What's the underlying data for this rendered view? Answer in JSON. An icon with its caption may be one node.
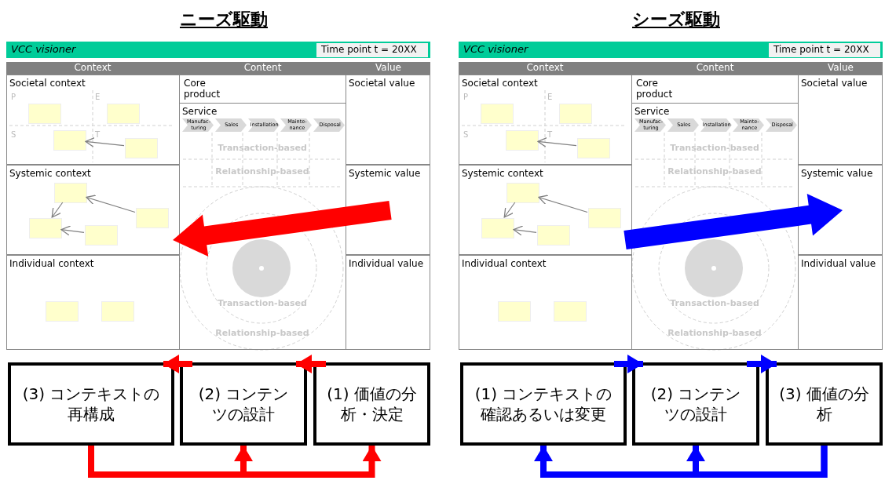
{
  "diagram": {
    "nodes": [
      {
        "text": [
          "VCC visioner"
        ]
      },
      {
        "text": [
          "Time point t = 20XX"
        ],
        "in": 0
      },
      {
        "text": [
          "Context"
        ]
      },
      {
        "text": [
          "Content"
        ]
      },
      {
        "text": [
          "Value"
        ]
      },
      {
        "text": [
          "Societal context",
          "P",
          "E",
          "S",
          "T"
        ]
      },
      {
        "text": [],
        "shape": "box",
        "in": 5
      },
      {
        "text": [],
        "shape": "box",
        "in": 5
      },
      {
        "text": [],
        "shape": "box",
        "in": 5
      },
      {
        "text": [],
        "shape": "box",
        "in": 5
      },
      {
        "text": [
          "Systemic context"
        ]
      },
      {
        "text": [],
        "shape": "box",
        "in": 10
      },
      {
        "text": [],
        "shape": "box",
        "in": 10
      },
      {
        "text": [],
        "shape": "box",
        "in": 10
      },
      {
        "text": [],
        "shape": "box",
        "in": 10
      },
      {
        "text": [
          "Individual context"
        ]
      },
      {
        "text": [],
        "shape": "box",
        "in": 15
      },
      {
        "text": [],
        "shape": "box",
        "in": 15
      },
      {
        "text": [
          "Core product"
        ]
      },
      {
        "text": [
          "Service",
          "Transaction-based",
          "Relationship-based",
          "Transaction-based",
          "Relationship-based"
        ]
      },
      {
        "text": [
          "Manufac- turing"
        ],
        "in": 19
      },
      {
        "text": [
          "Sales"
        ],
        "in": 19
      },
      {
        "text": [
          "Installation"
        ],
        "in": 19
      },
      {
        "text": [
          "Mainte- nance"
        ],
        "in": 19
      },
      {
        "text": [
          "Disposal"
        ],
        "in": 19
      },
      {
        "text": [
          "Societal value"
        ]
      },
      {
        "text": [
          "Systemic value"
        ]
      },
      {
        "text": [
          "Individual value"
        ]
      },
      {
        "text": [
          "(3) コンテキストの再構成"
        ]
      },
      {
        "text": [
          "(2) コンテンツの設計"
        ]
      },
      {
        "text": [
          "(1) 価値の分析・決定"
        ]
      },
      {
        "text": [
          "VCC visioner"
        ]
      },
      {
        "text": [
          "Time point t = 20XX"
        ],
        "in": 31
      },
      {
        "text": [
          "Context"
        ]
      },
      {
        "text": [
          "Content"
        ]
      },
      {
        "text": [
          "Value"
        ]
      },
      {
        "text": [
          "Societal context",
          "P",
          "E",
          "S",
          "T"
        ]
      },
      {
        "text": [],
        "shape": "box",
        "in": 36
      },
      {
        "text": [],
        "shape": "box",
        "in": 36
      },
      {
        "text": [],
        "shape": "box",
        "in": 36
      },
      {
        "text": [],
        "shape": "box",
        "in": 36
      },
      {
        "text": [
          "Systemic context"
        ]
      },
      {
        "text": [],
        "shape": "box",
        "in": 41
      },
      {
        "text": [],
        "shape": "box",
        "in": 41
      },
      {
        "text": [],
        "shape": "box",
        "in": 41
      },
      {
        "text": [],
        "shape": "box",
        "in": 41
      },
      {
        "text": [
          "Individual context"
        ]
      },
      {
        "text": [],
        "shape": "box",
        "in": 46
      },
      {
        "text": [],
        "shape": "box",
        "in": 46
      },
      {
        "text": [
          "Core product"
        ]
      },
      {
        "text": [
          "Service",
          "Transaction-based",
          "Relationship-based",
          "Transaction-based",
          "Relationship-based"
        ]
      },
      {
        "text": [
          "Manufac- turing"
        ],
        "in": 50
      },
      {
        "text": [
          "Sales"
        ],
        "in": 50
      },
      {
        "text": [
          "Installation"
        ],
        "in": 50
      },
      {
        "text": [
          "Mainte- nance"
        ],
        "in": 50
      },
      {
        "text": [
          "Disposal"
        ],
        "in": 50
      },
      {
        "text": [
          "Societal value"
        ]
      },
      {
        "text": [
          "Systemic value"
        ]
      },
      {
        "text": [
          "Individual value"
        ]
      },
      {
        "text": [
          "(1) コンテキストの確認あるいは変更"
        ]
      },
      {
        "text": [
          "(2) コンテンツの設計"
        ]
      },
      {
        "text": [
          "(3) 価値の分析"
        ]
      }
    ],
    "edges": [
      {
        "from": 9,
        "to": 8,
        "arrow": "to"
      },
      {
        "from": 12,
        "to": 11,
        "arrow": "to"
      },
      {
        "from": 11,
        "to": 13,
        "arrow": "to"
      },
      {
        "from": 14,
        "to": 13,
        "arrow": "to"
      },
      {
        "from": 29,
        "to": 28,
        "arrow": "to",
        "style": "thick",
        "color": "#ff0000"
      },
      {
        "from": 30,
        "to": 29,
        "arrow": "to",
        "style": "thick",
        "color": "#ff0000"
      },
      {
        "from": 28,
        "to": 29,
        "arrow": "to",
        "style": "thick",
        "color": "#ff0000"
      },
      {
        "from": 28,
        "to": 30,
        "arrow": "to",
        "style": "thick",
        "color": "#ff0000"
      },
      {
        "from": 40,
        "to": 39,
        "arrow": "to"
      },
      {
        "from": 43,
        "to": 42,
        "arrow": "to"
      },
      {
        "from": 42,
        "to": 44,
        "arrow": "to"
      },
      {
        "from": 45,
        "to": 44,
        "arrow": "to"
      },
      {
        "from": 59,
        "to": 60,
        "arrow": "to",
        "style": "thick",
        "color": "#0000ff"
      },
      {
        "from": 60,
        "to": 61,
        "arrow": "to",
        "style": "thick",
        "color": "#0000ff"
      },
      {
        "from": 61,
        "to": 59,
        "arrow": "to",
        "style": "thick",
        "color": "#0000ff"
      },
      {
        "from": 61,
        "to": 60,
        "arrow": "to",
        "style": "thick",
        "color": "#0000ff"
      },
      {
        "from": 26,
        "to": 10,
        "arrow": "to",
        "style": "thick",
        "color": "#ff0000"
      },
      {
        "from": 41,
        "to": 57,
        "arrow": "to",
        "style": "thick",
        "color": "#0000ff"
      }
    ],
    "labels": [
      "ニーズ駆動",
      "シーズ駆動"
    ]
  }
}
